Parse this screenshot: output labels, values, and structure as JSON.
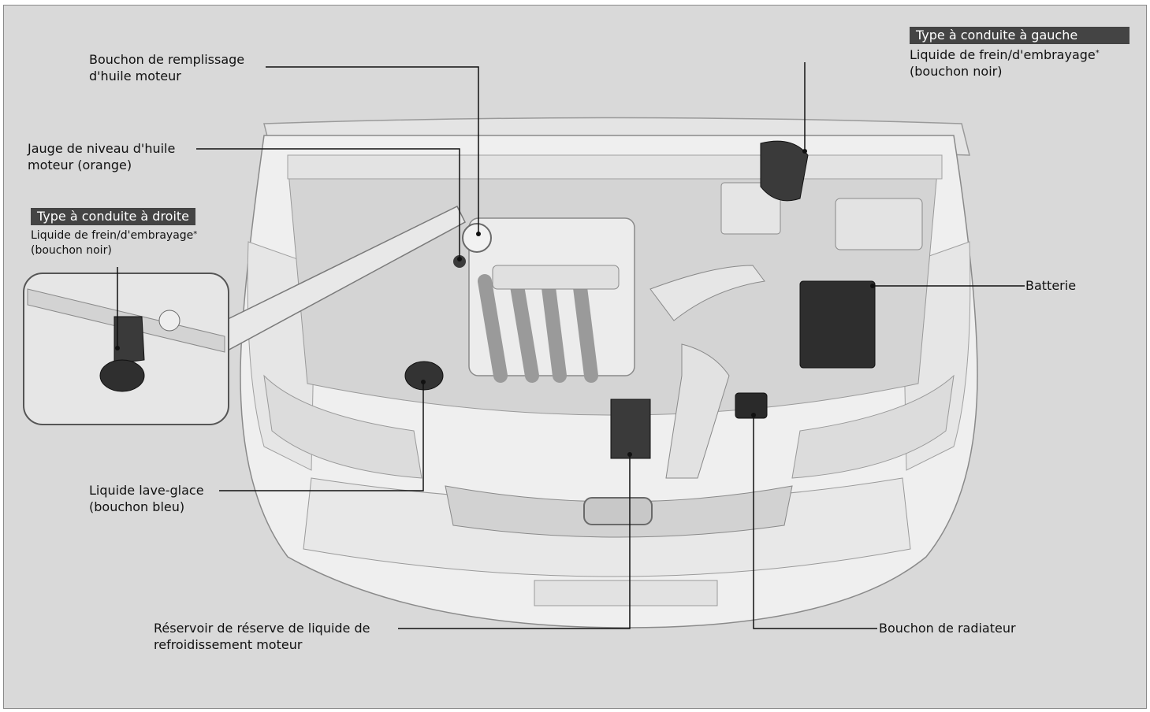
{
  "callouts": {
    "oil_cap": [
      "Bouchon de remplissage",
      "d'huile moteur"
    ],
    "dipstick": [
      "Jauge de niveau d'huile",
      "moteur (orange)"
    ],
    "rhd_banner": "Type à conduite à droite",
    "rhd_brake": [
      "Liquide de frein/d'embrayage",
      "(bouchon noir)"
    ],
    "lhd_banner": "Type à conduite à gauche",
    "lhd_brake": [
      "Liquide de frein/d'embrayage",
      "(bouchon noir)"
    ],
    "battery": "Batterie",
    "washer": [
      "Liquide lave-glace",
      "(bouchon bleu)"
    ],
    "coolant_reservoir": [
      "Réservoir de réserve de liquide de",
      "refroidissement moteur"
    ],
    "radiator_cap": "Bouchon de radiateur",
    "asterisk": "*"
  },
  "colors": {
    "background": "#d9d9d9",
    "banner": "#444444",
    "leader_line": "#111111",
    "engine_body": "#ececec",
    "engine_shadow": "#b8b8b8",
    "cap_dark": "#3a3a3a"
  }
}
